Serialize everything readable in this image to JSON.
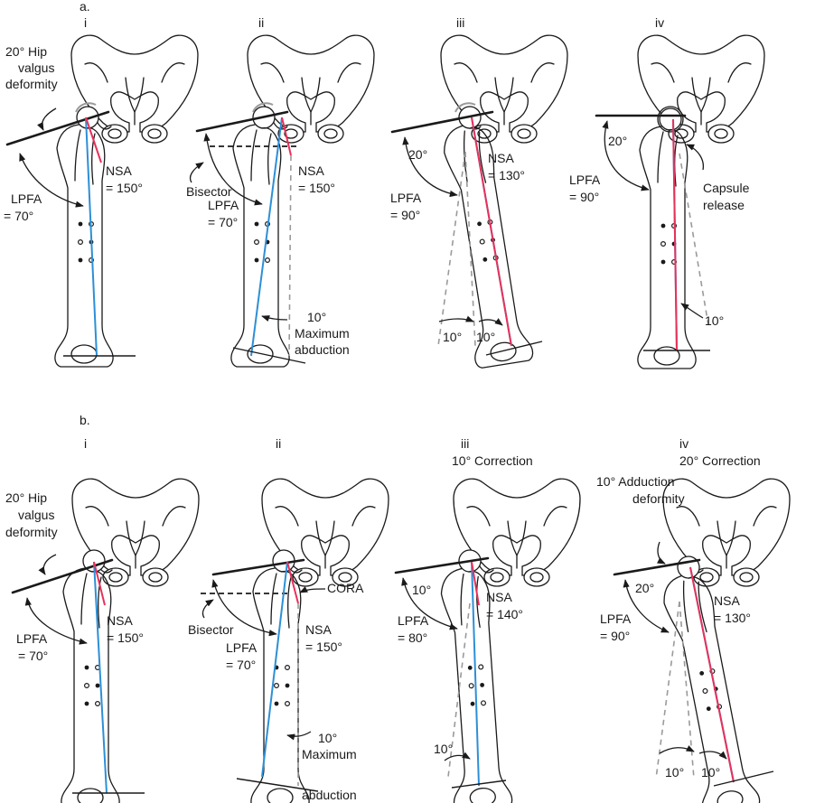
{
  "panels": {
    "a": {
      "label": "a.",
      "i": {
        "numeral": "i",
        "deformity": [
          "20° Hip",
          "valgus",
          "deformity"
        ],
        "nsa": [
          "NSA",
          "= 150°"
        ],
        "lpfa": [
          "LPFA",
          "= 70°"
        ]
      },
      "ii": {
        "numeral": "ii",
        "bisector": "Bisector",
        "nsa": [
          "NSA",
          "= 150°"
        ],
        "lpfa": [
          "LPFA",
          "= 70°"
        ],
        "abduction": [
          "10°",
          "Maximum",
          "abduction"
        ]
      },
      "iii": {
        "numeral": "iii",
        "angle": "20°",
        "nsa": [
          "NSA",
          "= 130°"
        ],
        "lpfa": [
          "LPFA",
          "= 90°"
        ],
        "bottom_left": "10°",
        "bottom_right": "10°"
      },
      "iv": {
        "numeral": "iv",
        "angle": "20°",
        "lpfa": [
          "LPFA",
          "= 90°"
        ],
        "capsule": [
          "Capsule",
          "release"
        ],
        "bottom": "10°"
      }
    },
    "b": {
      "label": "b.",
      "i": {
        "numeral": "i",
        "deformity": [
          "20° Hip",
          "valgus",
          "deformity"
        ],
        "nsa": [
          "NSA",
          "= 150°"
        ],
        "lpfa": [
          "LPFA",
          "= 70°"
        ]
      },
      "ii": {
        "numeral": "ii",
        "bisector": "Bisector",
        "cora": "CORA",
        "nsa": [
          "NSA",
          "= 150°"
        ],
        "lpfa": [
          "LPFA",
          "= 70°"
        ],
        "abduction": [
          "10°",
          "Maximum",
          "abduction"
        ]
      },
      "iii": {
        "numeral": "iii",
        "title": "10° Correction",
        "angle": "10°",
        "nsa": [
          "NSA",
          "= 140°"
        ],
        "lpfa": [
          "LPFA",
          "= 80°"
        ],
        "bottom": "10°"
      },
      "iv": {
        "numeral": "iv",
        "title": "20° Correction",
        "deformity": [
          "10° Adduction",
          "deformity"
        ],
        "angle": "20°",
        "nsa": [
          "NSA",
          "= 130°"
        ],
        "lpfa": [
          "LPFA",
          "= 90°"
        ],
        "bottom_left": "10°",
        "bottom_right": "10°"
      }
    }
  },
  "colors": {
    "mechanical_axis": "#2d8fd6",
    "neck_axis": "#e8315a",
    "outline": "#1a1a1a",
    "guide": "#9a9a9a"
  }
}
